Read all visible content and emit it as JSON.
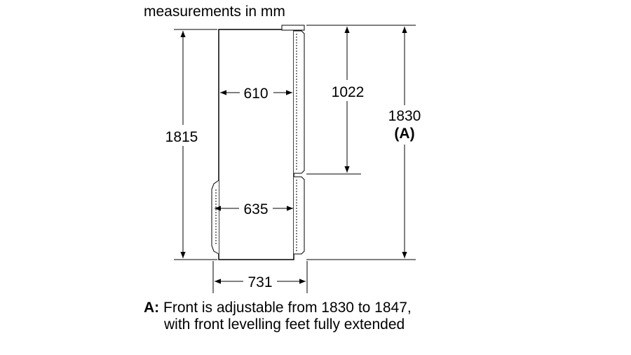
{
  "caption": "measurements in mm",
  "dimensions": {
    "cabinet_depth_top": "610",
    "cabinet_depth_bottom": "635",
    "total_depth": "731",
    "body_height": "1815",
    "upper_height": "1022",
    "total_height": "1830",
    "total_height_marker": "(A)"
  },
  "note": {
    "marker": "A:",
    "line1": "Front is adjustable from 1830 to 1847,",
    "line2": "with front levelling feet fully extended"
  }
}
